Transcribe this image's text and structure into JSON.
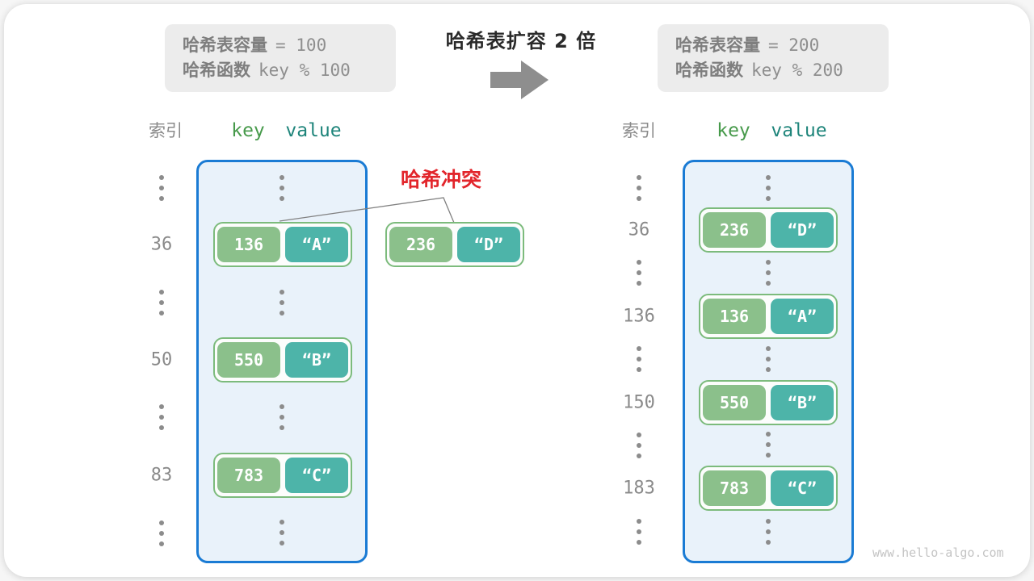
{
  "title": "哈希表扩容 2 倍",
  "collision_label": "哈希冲突",
  "watermark": "www.hello-algo.com",
  "before": {
    "info": {
      "capacity_label": "哈希表容量",
      "capacity_value": "= 100",
      "hash_fn_label": "哈希函数",
      "hash_fn_expr": "key % 100"
    },
    "header": {
      "index": "索引",
      "key": "key",
      "value": "value"
    },
    "indices": {
      "i1": "36",
      "i2": "50",
      "i3": "83"
    },
    "pairs": {
      "p1": {
        "key": "136",
        "value": "“A”"
      },
      "p2": {
        "key": "550",
        "value": "“B”"
      },
      "p3": {
        "key": "783",
        "value": "“C”"
      }
    },
    "collision_pair": {
      "key": "236",
      "value": "“D”"
    }
  },
  "after": {
    "info": {
      "capacity_label": "哈希表容量",
      "capacity_value": "= 200",
      "hash_fn_label": "哈希函数",
      "hash_fn_expr": "key % 200"
    },
    "header": {
      "index": "索引",
      "key": "key",
      "value": "value"
    },
    "indices": {
      "i1": "36",
      "i2": "136",
      "i3": "150",
      "i4": "183"
    },
    "pairs": {
      "p1": {
        "key": "236",
        "value": "“D”"
      },
      "p2": {
        "key": "136",
        "value": "“A”"
      },
      "p3": {
        "key": "550",
        "value": "“B”"
      },
      "p4": {
        "key": "783",
        "value": "“C”"
      }
    }
  },
  "colors": {
    "container_border": "#1a7bd4",
    "container_bg": "#e9f2fa",
    "pair_border": "#7cbb7c",
    "key_box_green": "#8bc08b",
    "value_box_teal": "#4db4a9",
    "key_header_green": "#479a4b",
    "value_header_teal": "#1f857b",
    "collision_red": "#e2252b",
    "arrow_gray": "#8e8e8e",
    "info_bg": "#ececec"
  }
}
